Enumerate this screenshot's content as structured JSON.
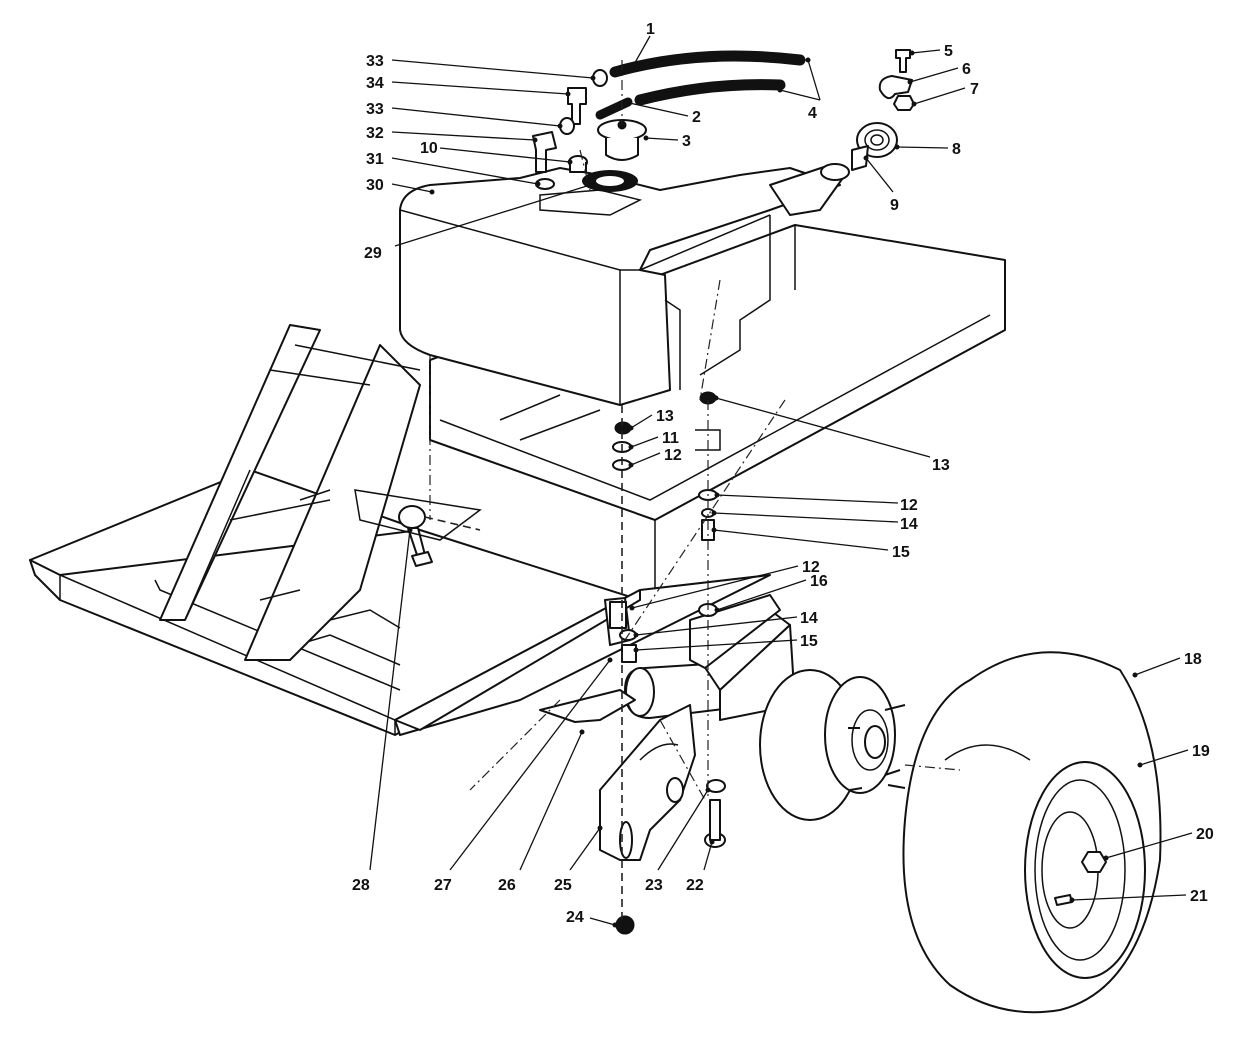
{
  "callouts": [
    {
      "id": "c1",
      "text": "1"
    },
    {
      "id": "c2",
      "text": "2"
    },
    {
      "id": "c3",
      "text": "3"
    },
    {
      "id": "c4",
      "text": "4"
    },
    {
      "id": "c5",
      "text": "5"
    },
    {
      "id": "c6",
      "text": "6"
    },
    {
      "id": "c7",
      "text": "7"
    },
    {
      "id": "c8",
      "text": "8"
    },
    {
      "id": "c9",
      "text": "9"
    },
    {
      "id": "c10",
      "text": "10"
    },
    {
      "id": "c11",
      "text": "11"
    },
    {
      "id": "c12a",
      "text": "12"
    },
    {
      "id": "c12b",
      "text": "12"
    },
    {
      "id": "c12c",
      "text": "12"
    },
    {
      "id": "c13a",
      "text": "13"
    },
    {
      "id": "c13b",
      "text": "13"
    },
    {
      "id": "c14a",
      "text": "14"
    },
    {
      "id": "c14b",
      "text": "14"
    },
    {
      "id": "c15a",
      "text": "15"
    },
    {
      "id": "c15b",
      "text": "15"
    },
    {
      "id": "c16",
      "text": "16"
    },
    {
      "id": "c18",
      "text": "18"
    },
    {
      "id": "c19",
      "text": "19"
    },
    {
      "id": "c20",
      "text": "20"
    },
    {
      "id": "c21",
      "text": "21"
    },
    {
      "id": "c22",
      "text": "22"
    },
    {
      "id": "c23",
      "text": "23"
    },
    {
      "id": "c24",
      "text": "24"
    },
    {
      "id": "c25",
      "text": "25"
    },
    {
      "id": "c26",
      "text": "26"
    },
    {
      "id": "c27",
      "text": "27"
    },
    {
      "id": "c28",
      "text": "28"
    },
    {
      "id": "c29",
      "text": "29"
    },
    {
      "id": "c30",
      "text": "30"
    },
    {
      "id": "c31",
      "text": "31"
    },
    {
      "id": "c32",
      "text": "32"
    },
    {
      "id": "c33a",
      "text": "33"
    },
    {
      "id": "c33b",
      "text": "33"
    },
    {
      "id": "c34",
      "text": "34"
    }
  ]
}
